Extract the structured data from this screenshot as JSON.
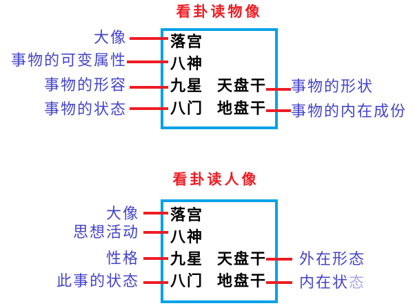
{
  "colors": {
    "title_red": "#ed1c24",
    "connector_red": "#ed1c24",
    "box_border_cyan": "#00a2e8",
    "label_blue": "#4343cb",
    "box_text_black": "#000000"
  },
  "diagrams": [
    {
      "title": "看卦读物像",
      "box_items": {
        "luogong": "落宫",
        "bashen": "八神",
        "jiuxing": "九星",
        "tianpangan": "天盘干",
        "bamen": "八门",
        "dipangan": "地盘干"
      },
      "left_labels": [
        "大像",
        "事物的可变属性",
        "事物的形容",
        "事物的状态"
      ],
      "right_labels": [
        {
          "text": "事物的形状",
          "faded": ""
        },
        {
          "text": "事物的内在成份",
          "faded": ""
        }
      ]
    },
    {
      "title": "看卦读人像",
      "box_items": {
        "luogong": "落宫",
        "bashen": "八神",
        "jiuxing": "九星",
        "tianpangan": "天盘干",
        "bamen": "八门",
        "dipangan": "地盘干"
      },
      "left_labels": [
        "大像",
        "思想活动",
        "性格",
        "此事的状态"
      ],
      "right_labels": [
        {
          "text": "外在形态",
          "faded": ""
        },
        {
          "text": "内在状",
          "faded": "态"
        }
      ]
    }
  ]
}
